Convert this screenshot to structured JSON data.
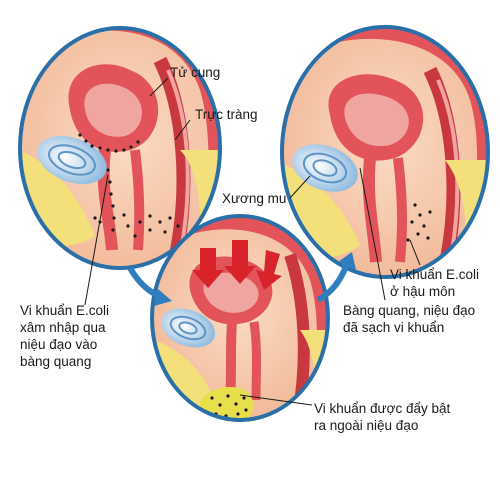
{
  "labels": {
    "uterus": "Tử cung",
    "rectum": "Trực tràng",
    "pubic_bone": "Xương mu",
    "ecoli_enter": "Vi khuẩn E.coli\nxâm nhập qua\nniệu đạo vào\nbàng quang",
    "ecoli_anus": "Vi khuẩn E.coli\nở hậu môn",
    "bladder_clean": "Bàng quang, niệu đạo\nđã sạch vi khuẩn",
    "ecoli_expelled": "Vi khuẩn được đẩy bật\nra ngoài niệu đạo"
  },
  "colors": {
    "background": "#ffffff",
    "frame_blue": "#2a6fa8",
    "skin": "#f6c6a8",
    "organ_red": "#e2545a",
    "organ_pink": "#f0a5a0",
    "fat_yellow": "#f3e07a",
    "bone_blue": "#a7cbe8",
    "arrow_red": "#d8232a",
    "flow_arrow": "#2f7fc0",
    "bacteria": "#1a1a1a",
    "expelled_yellow": "#e8e04a"
  }
}
